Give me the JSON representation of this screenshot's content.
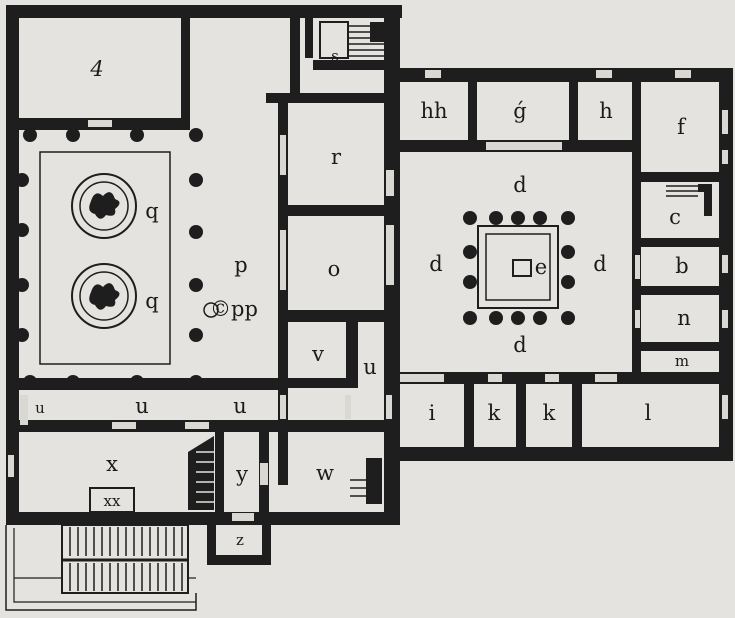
{
  "colors": {
    "paper": "#e4e3df",
    "ink": "#1e1e1e",
    "door": "#d9d8d3"
  },
  "labels": {
    "room_4": "4",
    "room_s": "s",
    "room_hh": "hh",
    "room_g": "ǵ",
    "room_h": "h",
    "room_f": "f",
    "room_r": "r",
    "room_c": "c",
    "room_b": "b",
    "room_n": "n",
    "room_m": "m",
    "room_o": "o",
    "room_p": "p",
    "room_pp": "©pp",
    "room_q1": "q",
    "room_q2": "q",
    "room_d_top": "d",
    "room_d_left": "d",
    "room_d_right": "d",
    "room_d_bottom": "d",
    "room_e": "e",
    "room_v": "v",
    "room_u1": "u",
    "room_u2": "u",
    "room_u3": "u",
    "room_u4": "u",
    "room_i": "i",
    "room_k1": "k",
    "room_k2": "k",
    "room_l": "l",
    "room_x": "x",
    "room_xx": "xx",
    "room_y": "y",
    "room_w": "w",
    "room_z": "z"
  }
}
